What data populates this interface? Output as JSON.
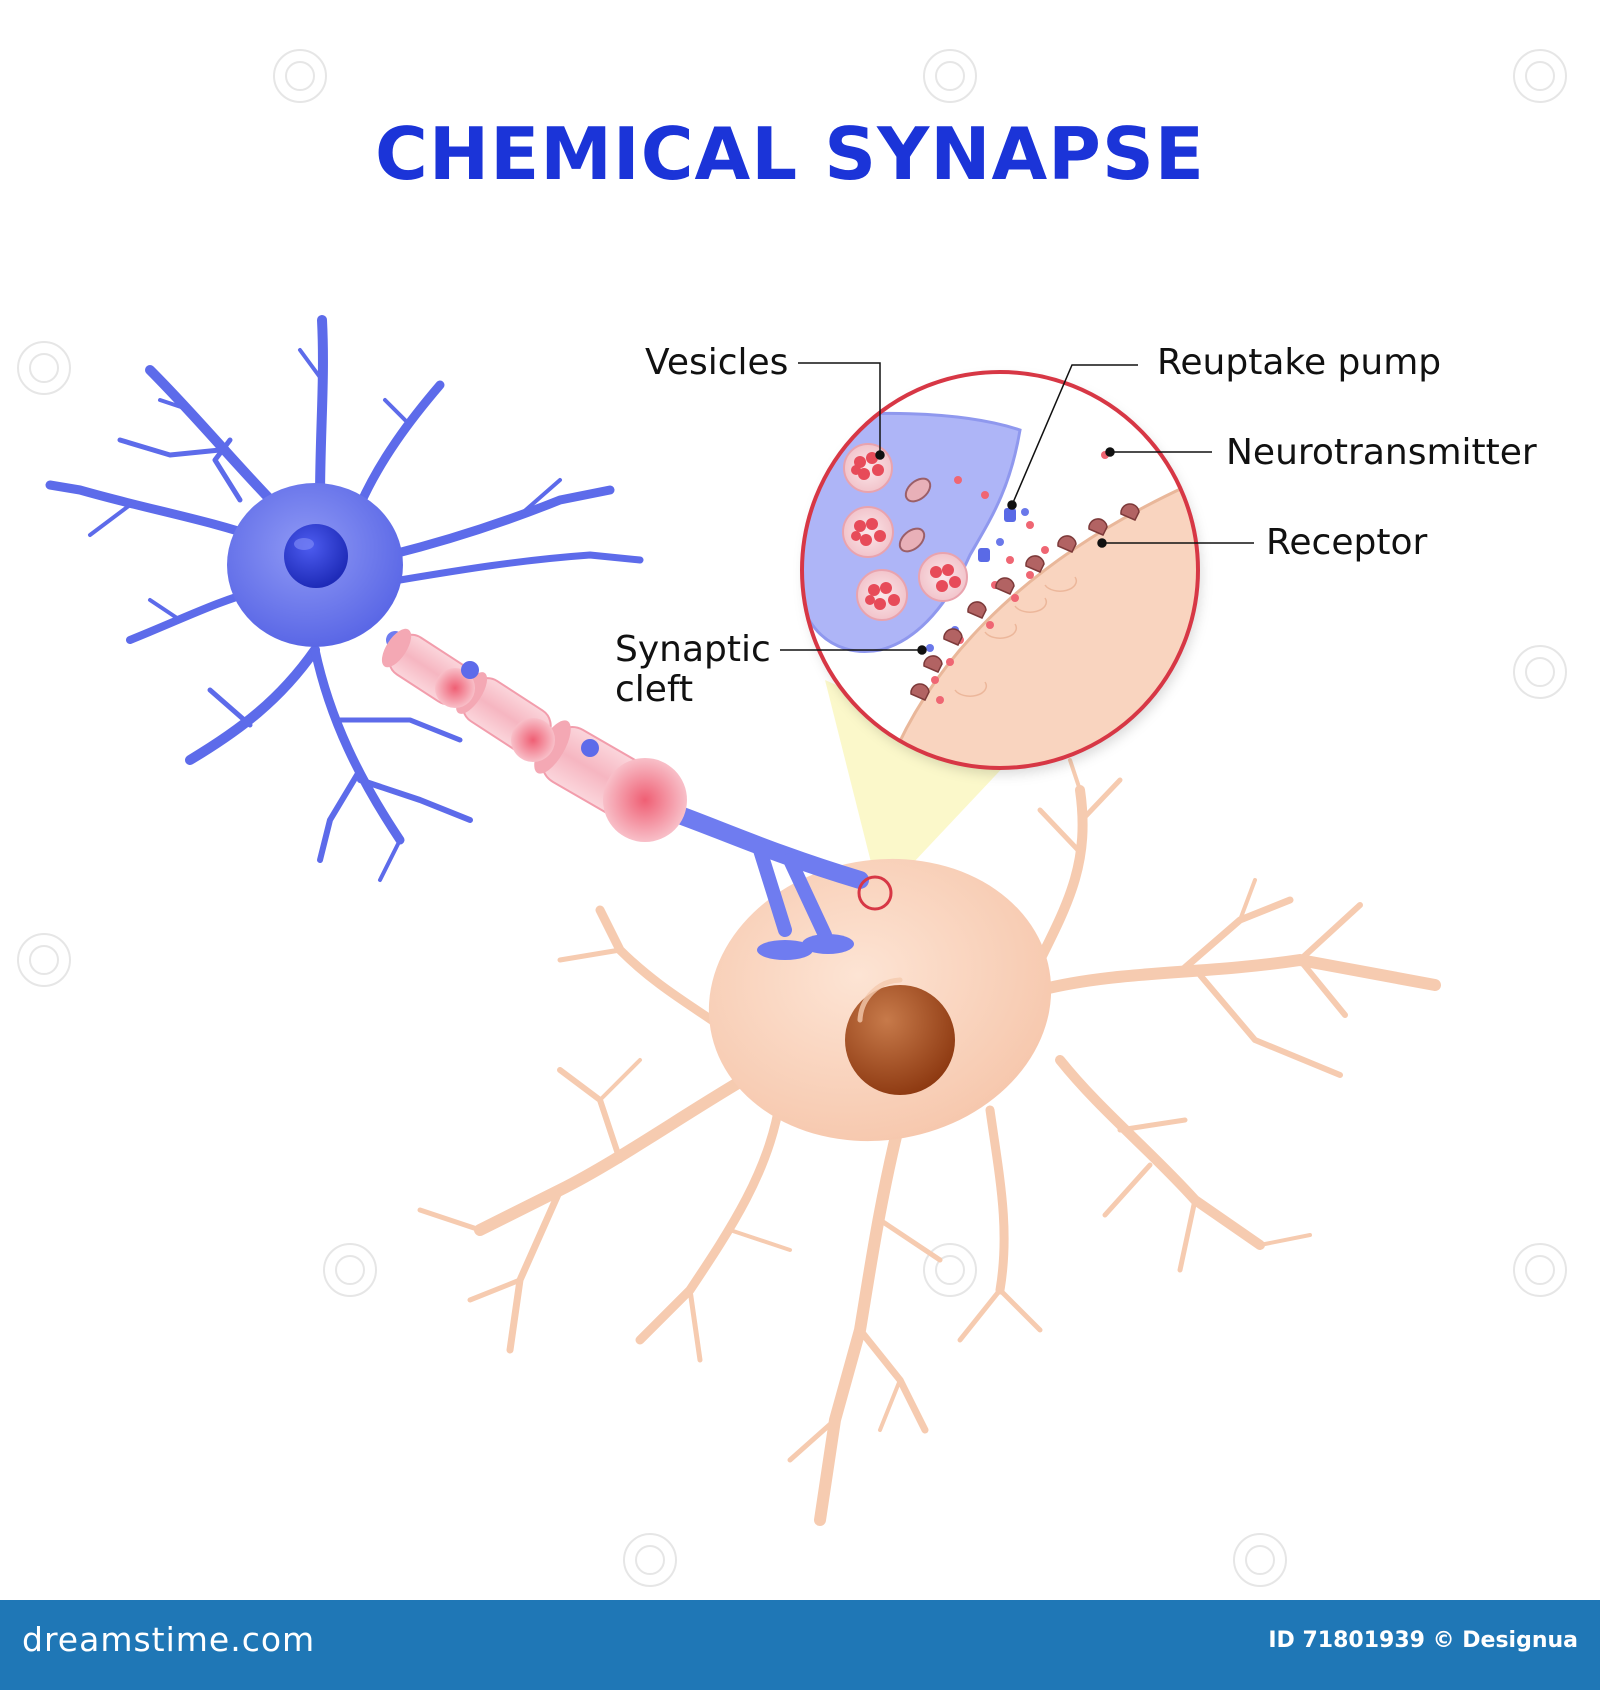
{
  "title": "CHEMICAL SYNAPSE",
  "labels": {
    "vesicles": "Vesicles",
    "reuptake_pump": "Reuptake pump",
    "neurotransmitter": "Neurotransmitter",
    "receptor": "Receptor",
    "synaptic_cleft_line1": "Synaptic",
    "synaptic_cleft_line2": "cleft"
  },
  "footer": {
    "brand": "dreamstime.com",
    "image_id": "ID 71801939 © Designua"
  },
  "colors": {
    "title": "#1b34d8",
    "presynaptic_neuron": "#7b86f0",
    "presynaptic_nucleus": "#2f3fd6",
    "postsynaptic_neuron": "#f9d3bd",
    "postsynaptic_nucleus": "#a24a1c",
    "myelin": "#f5b9c3",
    "magnifier_ring": "#d73745",
    "footer_bar": "#1f77b6"
  }
}
